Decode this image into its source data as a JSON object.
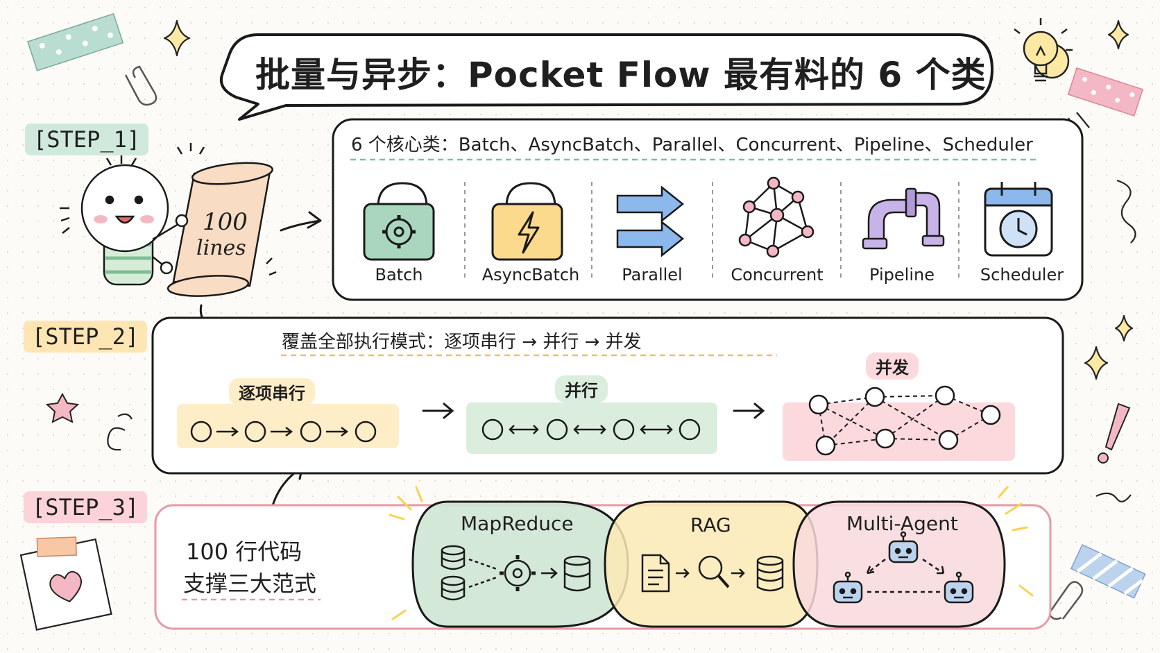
{
  "title": "批量与异步：Pocket Flow 最有料的 6 个类",
  "steps": {
    "step1": "[STEP_1]",
    "step2": "[STEP_2]",
    "step3": "[STEP_3]"
  },
  "step1": {
    "header": "6 个核心类：Batch、AsyncBatch、Parallel、Concurrent、Pipeline、Scheduler",
    "scroll_line1": "100",
    "scroll_line2": "lines",
    "classes": [
      {
        "label": "Batch",
        "icon": "bag-gear-icon"
      },
      {
        "label": "AsyncBatch",
        "icon": "bag-lightning-icon"
      },
      {
        "label": "Parallel",
        "icon": "parallel-arrows-icon"
      },
      {
        "label": "Concurrent",
        "icon": "network-graph-icon"
      },
      {
        "label": "Pipeline",
        "icon": "pipe-icon"
      },
      {
        "label": "Scheduler",
        "icon": "calendar-clock-icon"
      }
    ]
  },
  "step2": {
    "header": "覆盖全部执行模式：逐项串行 → 并行 → 并发",
    "modes": [
      {
        "label": "逐项串行",
        "color": "#fdeec8"
      },
      {
        "label": "并行",
        "color": "#dbeedd"
      },
      {
        "label": "并发",
        "color": "#fbd9dc"
      }
    ]
  },
  "step3": {
    "caption_line1": "100 行代码",
    "caption_line2": "支撑三大范式",
    "paradigms": [
      {
        "label": "MapReduce",
        "color": "#cfe6d3"
      },
      {
        "label": "RAG",
        "color": "#fbeab6"
      },
      {
        "label": "Multi-Agent",
        "color": "#f8d9dc"
      }
    ]
  },
  "colors": {
    "green_tag": "#cfe9dc",
    "yellow_tag": "#fde6b3",
    "pink_tag": "#fbd3d8",
    "step1_border": "#222222",
    "step2_border": "#e8c55a",
    "step3_border": "#e79aa6"
  }
}
